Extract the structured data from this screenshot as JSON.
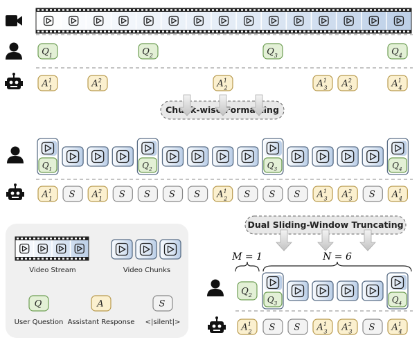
{
  "timeline": {
    "questions": [
      {
        "base": "Q",
        "sub": "1"
      },
      {
        "base": "Q",
        "sub": "2"
      },
      {
        "base": "Q",
        "sub": "3"
      },
      {
        "base": "Q",
        "sub": "4"
      }
    ],
    "answers": [
      {
        "base": "A",
        "sup": "1",
        "sub": "1"
      },
      {
        "base": "A",
        "sup": "2",
        "sub": "1"
      },
      {
        "base": "A",
        "sup": "1",
        "sub": "2"
      },
      {
        "base": "A",
        "sup": "1",
        "sub": "3"
      },
      {
        "base": "A",
        "sup": "2",
        "sub": "3"
      },
      {
        "base": "A",
        "sup": "1",
        "sub": "4"
      }
    ]
  },
  "step1": {
    "label": "Chunk-wise Formatting",
    "question_chunks": [
      {
        "base": "Q",
        "sub": "1"
      },
      {
        "base": "Q",
        "sub": "2"
      },
      {
        "base": "Q",
        "sub": "3"
      },
      {
        "base": "Q",
        "sub": "4"
      }
    ],
    "responses": [
      {
        "kind": "answer",
        "base": "A",
        "sup": "1",
        "sub": "1"
      },
      {
        "kind": "silent",
        "base": "S"
      },
      {
        "kind": "answer",
        "base": "A",
        "sup": "2",
        "sub": "1"
      },
      {
        "kind": "silent",
        "base": "S"
      },
      {
        "kind": "silent",
        "base": "S"
      },
      {
        "kind": "silent",
        "base": "S"
      },
      {
        "kind": "silent",
        "base": "S"
      },
      {
        "kind": "answer",
        "base": "A",
        "sup": "1",
        "sub": "2"
      },
      {
        "kind": "silent",
        "base": "S"
      },
      {
        "kind": "silent",
        "base": "S"
      },
      {
        "kind": "silent",
        "base": "S"
      },
      {
        "kind": "answer",
        "base": "A",
        "sup": "1",
        "sub": "3"
      },
      {
        "kind": "answer",
        "base": "A",
        "sup": "2",
        "sub": "3"
      },
      {
        "kind": "silent",
        "base": "S"
      },
      {
        "kind": "answer",
        "base": "A",
        "sup": "1",
        "sub": "4"
      }
    ]
  },
  "step2": {
    "label": "Dual Sliding-Window Truncating",
    "m_label": "M = 1",
    "n_label": "N = 6",
    "question": {
      "base": "Q",
      "sub": "2"
    },
    "chunk_questions": [
      {
        "base": "Q",
        "sub": "3"
      },
      {
        "base": "Q",
        "sub": "4"
      }
    ],
    "responses": [
      {
        "kind": "answer",
        "base": "A",
        "sup": "1",
        "sub": "2"
      },
      {
        "kind": "silent",
        "base": "S"
      },
      {
        "kind": "silent",
        "base": "S"
      },
      {
        "kind": "answer",
        "base": "A",
        "sup": "1",
        "sub": "3"
      },
      {
        "kind": "answer",
        "base": "A",
        "sup": "2",
        "sub": "3"
      },
      {
        "kind": "silent",
        "base": "S"
      },
      {
        "kind": "answer",
        "base": "A",
        "sup": "1",
        "sub": "4"
      }
    ]
  },
  "legend": {
    "video_stream": "Video Stream",
    "video_chunks": "Video Chunks",
    "user_question": "User Question",
    "assistant_response": "Assistant Response",
    "silent": "<|silent|>",
    "q_symbol": "Q",
    "a_symbol": "A",
    "s_symbol": "S"
  },
  "colors": {
    "question_fill": "#e3f0d6",
    "question_stroke": "#6e9e54",
    "answer_fill": "#fbf0cf",
    "answer_stroke": "#b89a4e",
    "silent_fill": "#f3f3f3",
    "silent_stroke": "#888888",
    "chunk_fill": "#dce8f6",
    "chunk_stroke": "#5a6e86",
    "legend_bg": "#f0f0f0"
  }
}
